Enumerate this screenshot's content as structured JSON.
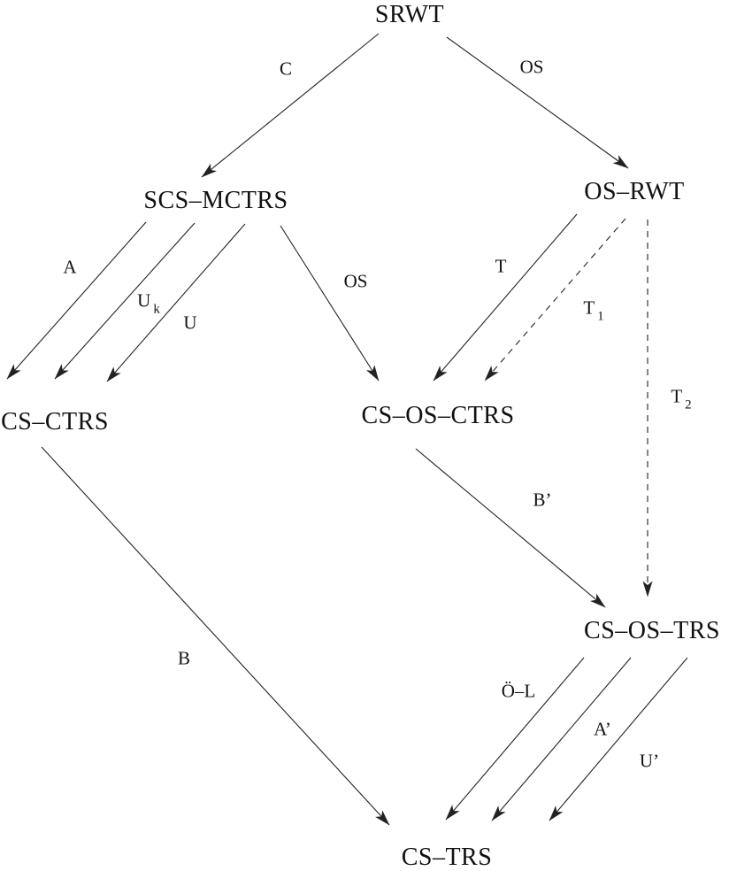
{
  "diagram": {
    "nodes": {
      "srwt": "SRWT",
      "scs_mctrs": "SCS–MCTRS",
      "os_rwt": "OS–RWT",
      "cs_ctrs": "CS–CTRS",
      "cs_os_ctrs": "CS–OS–CTRS",
      "cs_os_trs": "CS–OS–TRS",
      "cs_trs": "CS–TRS"
    },
    "edge_labels": {
      "c": "C",
      "os_to_os_rwt": "OS",
      "a": "A",
      "uk_main": "U",
      "uk_sub": "k",
      "u": "U",
      "os_to_cs_os_ctrs": "OS",
      "t": "T",
      "t1_main": "T",
      "t1_sub": "1",
      "t2_main": "T",
      "t2_sub": "2",
      "b_prime": "B’",
      "b": "B",
      "oe_l": "Ö–L",
      "a_prime": "A’",
      "u_prime": "U’"
    },
    "colors": {
      "ink": "#222222",
      "background": "#ffffff"
    }
  }
}
